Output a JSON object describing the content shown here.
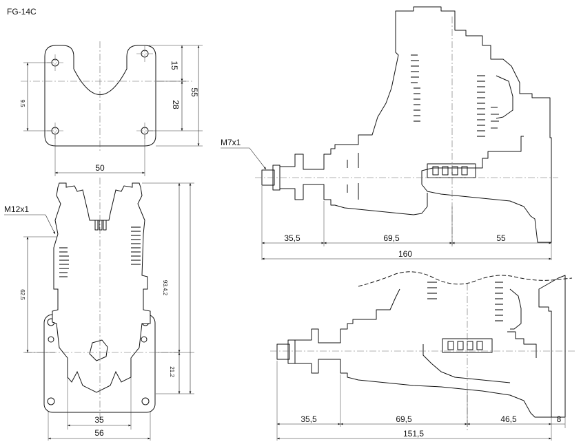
{
  "model_code": "FG-14C",
  "thread_labels": {
    "top_side_view": "M7x1",
    "front_view": "M12x1"
  },
  "mount_plate_dims": {
    "width": "50",
    "height_total": "55",
    "top_offset": "15",
    "slot_offset": "28",
    "small_side": "9.5"
  },
  "front_view_dims": {
    "hole_spacing": "35",
    "plate_width": "56",
    "left_height": "62.5",
    "right_height_upper": "93.4.2",
    "right_height_lower": "21.2"
  },
  "side_view_top_dims": {
    "seg_1": "35,5",
    "seg_2": "69,5",
    "seg_3": "55",
    "total": "160"
  },
  "side_view_bottom_dims": {
    "seg_1": "35,5",
    "seg_2": "69,5",
    "seg_3": "46,5",
    "seg_4": "8",
    "total": "151,5"
  }
}
